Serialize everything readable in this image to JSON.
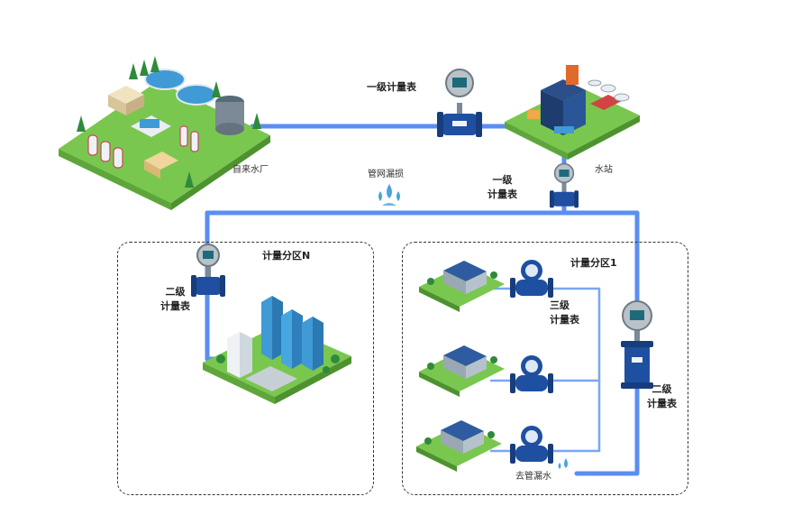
{
  "labels": {
    "plant": "自来水厂",
    "station": "水站",
    "meter_level1_top": "一级计量表",
    "meter_level1_station_line1": "一级",
    "meter_level1_station_line2": "计量表",
    "leak_network": "管网漏损",
    "zone_n": "计量分区N",
    "zone_1": "计量分区1",
    "meter_level2_left_line1": "二级",
    "meter_level2_left_line2": "计量表",
    "meter_level3_line1": "三级",
    "meter_level3_line2": "计量表",
    "meter_level2_right_line1": "二级",
    "meter_level2_right_line2": "计量表",
    "leak_branch": "去管漏水"
  },
  "colors": {
    "pipe": "#5b8ef2",
    "pipe_thin": "#7aa6f5",
    "meter_body": "#1f4fa0",
    "ground": "#7ac74f",
    "building_blue": "#3f9ad6",
    "drop": "#4aa3df"
  }
}
